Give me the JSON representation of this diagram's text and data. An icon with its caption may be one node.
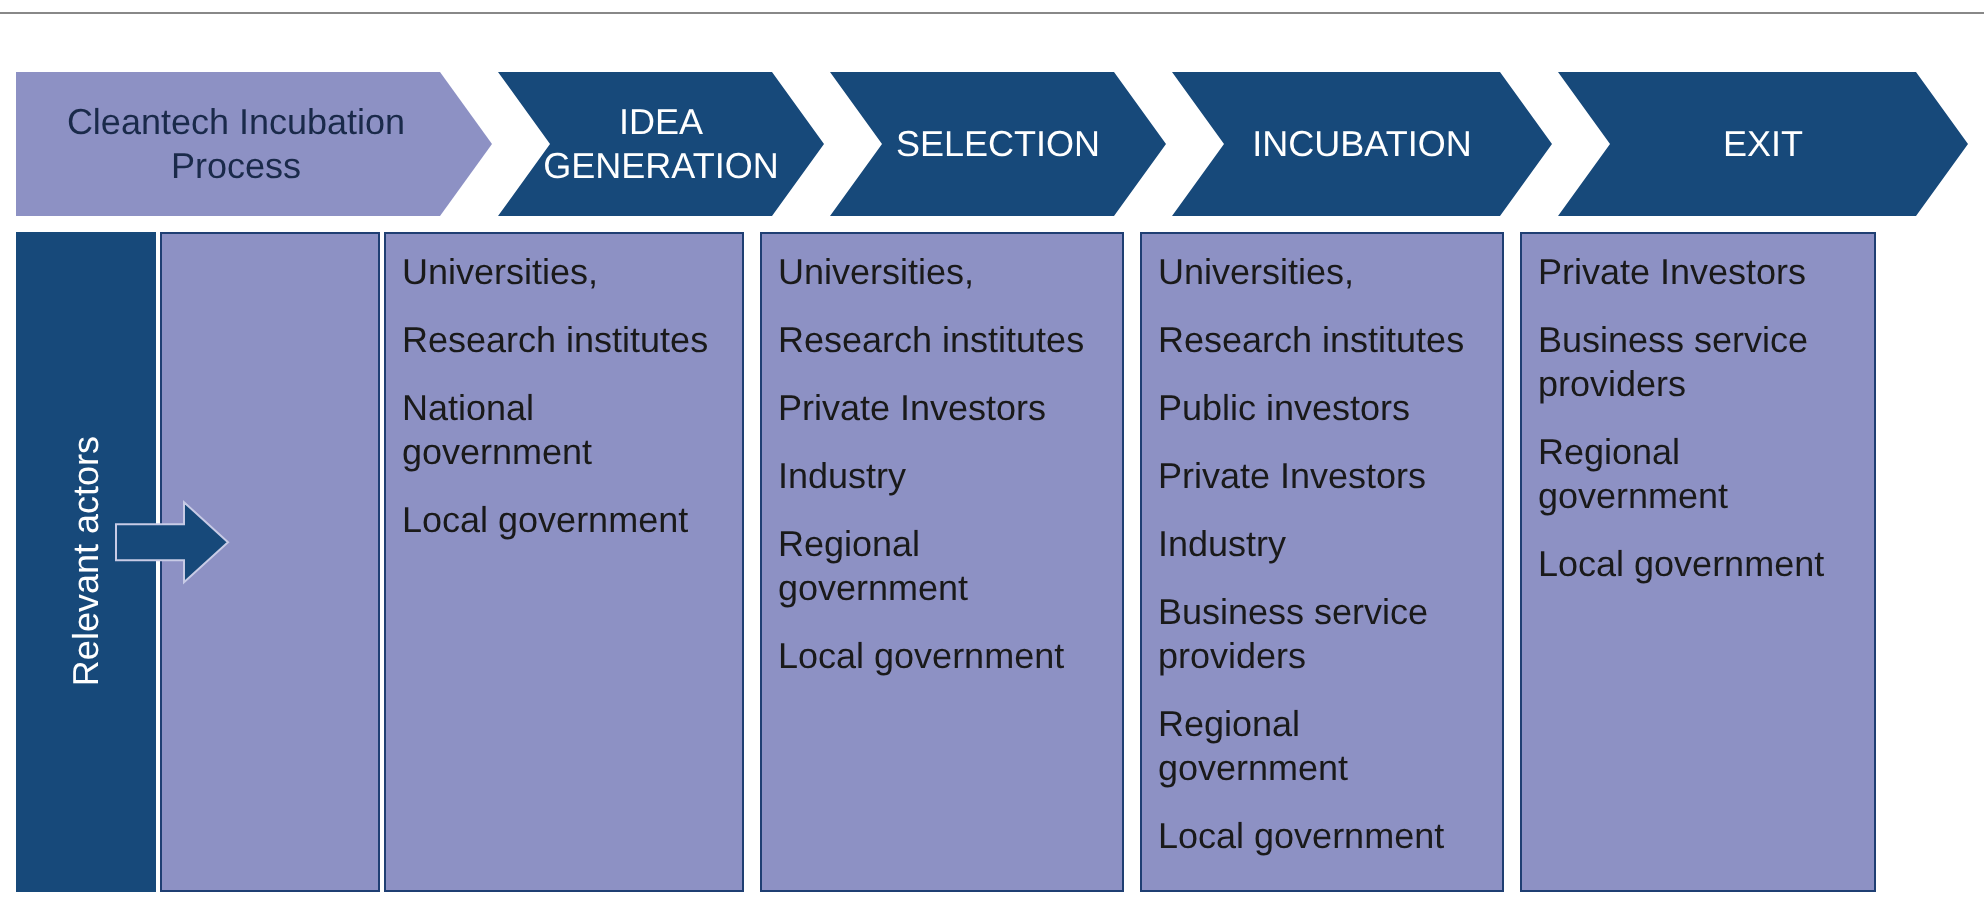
{
  "diagram": {
    "nodes": [
      {
        "text": [
          "Cleantech Incubation Process"
        ]
      },
      {
        "text": [
          "IDEA GENERATION"
        ]
      },
      {
        "text": [
          "SELECTION"
        ]
      },
      {
        "text": [
          "INCUBATION"
        ]
      },
      {
        "text": [
          "EXIT"
        ]
      },
      {
        "text": [
          "Relevant actors"
        ]
      },
      {
        "text": [],
        "shape": "box"
      },
      {
        "text": [
          "Universities,",
          "Research institutes",
          "National government",
          "Local government"
        ]
      },
      {
        "text": [
          "Universities,",
          "Research institutes",
          "Private Investors",
          "Industry",
          "Regional government",
          "Local government"
        ]
      },
      {
        "text": [
          "Universities,",
          "Research institutes",
          "Public investors",
          "Private Investors",
          "Industry",
          "Business service providers",
          "Regional government",
          "Local government"
        ]
      },
      {
        "text": [
          "Private Investors",
          "Business service providers",
          "Regional government",
          "Local government"
        ]
      }
    ],
    "edges": [
      {
        "from": 5,
        "to": 6,
        "arrow": "to",
        "style": "thick"
      }
    ]
  }
}
